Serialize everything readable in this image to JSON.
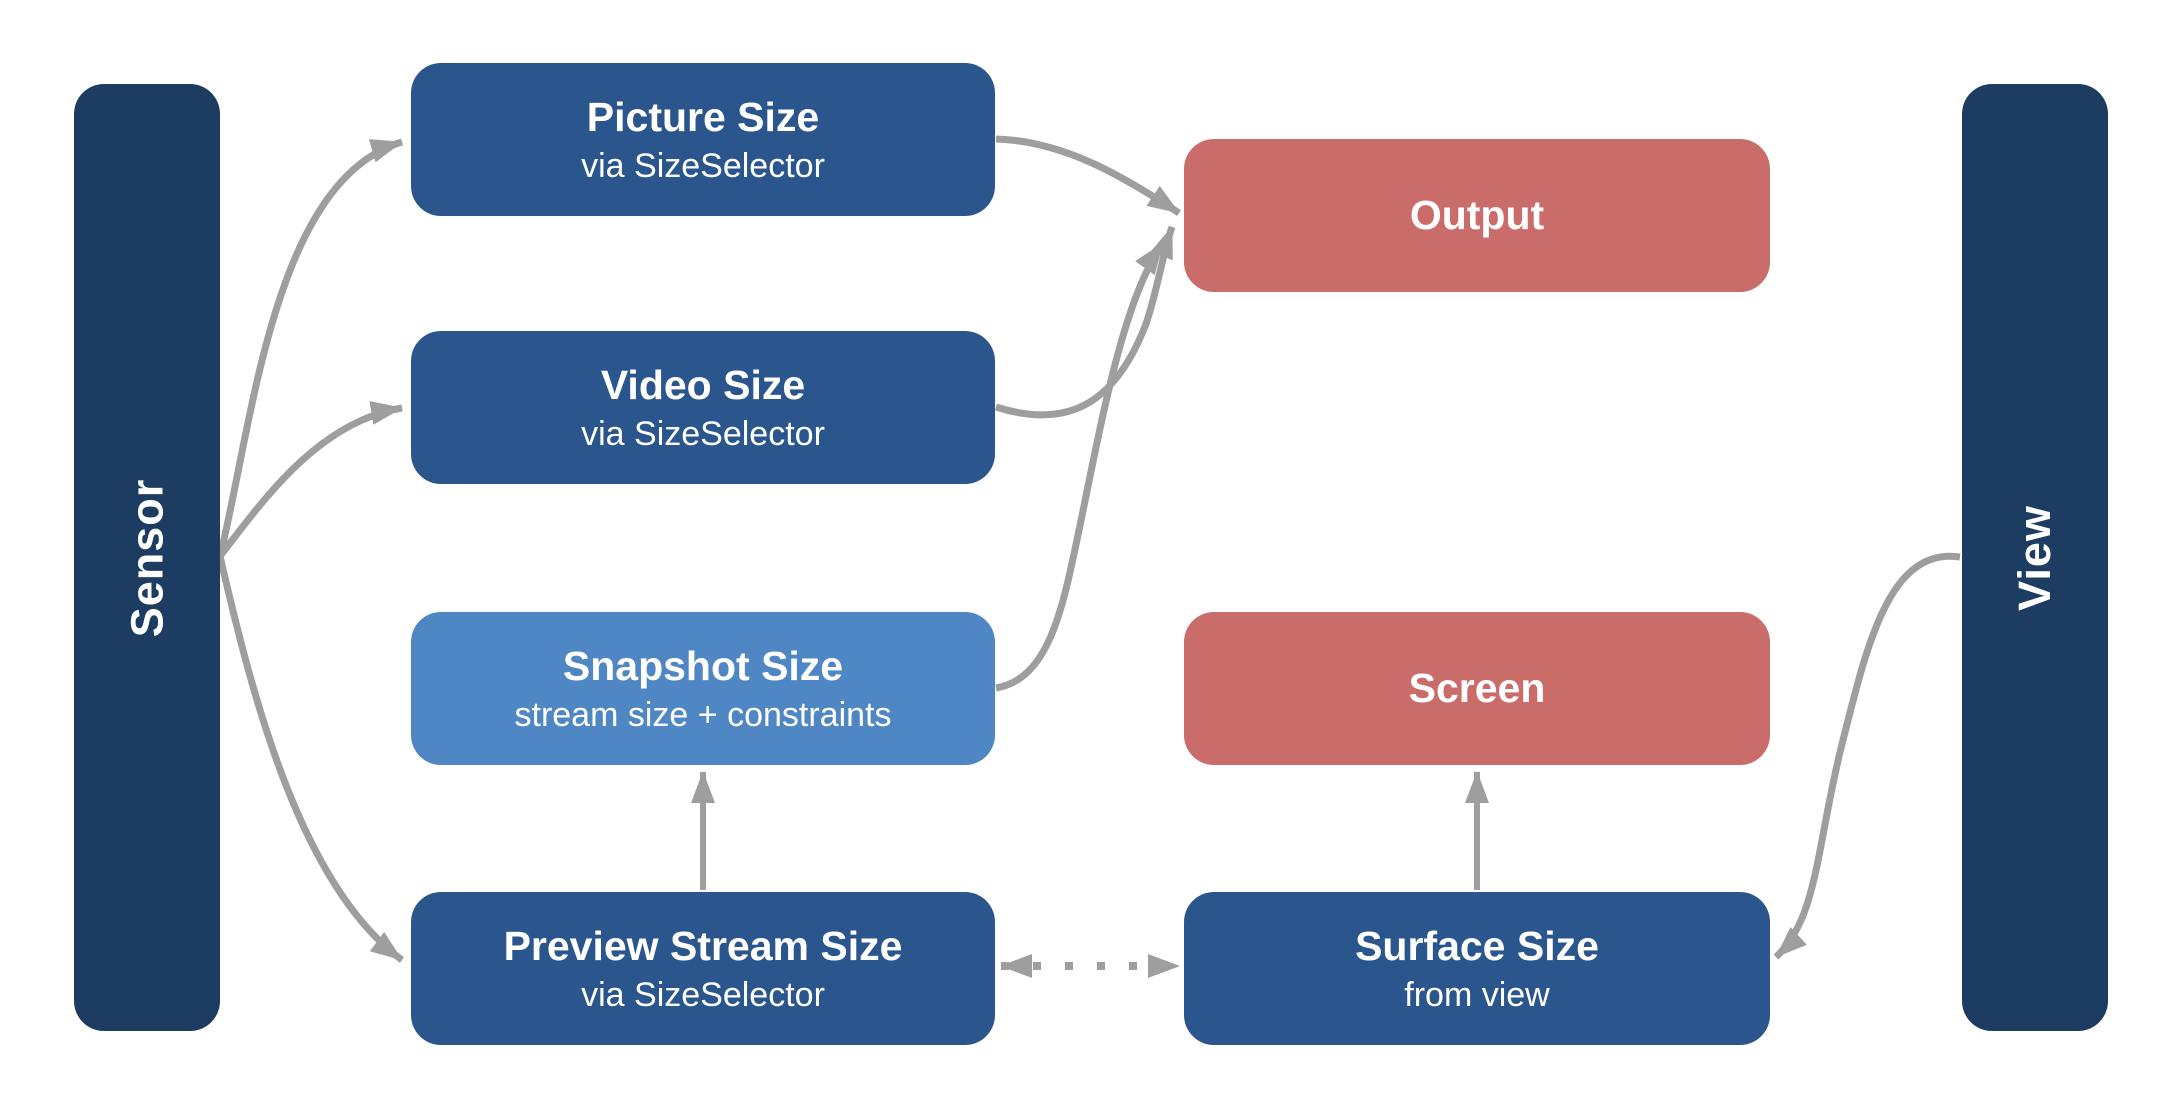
{
  "lanes": [
    {
      "id": "sensor",
      "label": "Sensor"
    },
    {
      "id": "view",
      "label": "View"
    }
  ],
  "nodes": [
    {
      "id": "picture-size",
      "title": "Picture Size",
      "subtitle": "via SizeSelector"
    },
    {
      "id": "video-size",
      "title": "Video Size",
      "subtitle": "via SizeSelector"
    },
    {
      "id": "snapshot-size",
      "title": "Snapshot Size",
      "subtitle": "stream size + constraints"
    },
    {
      "id": "preview-stream-size",
      "title": "Preview Stream Size",
      "subtitle": "via SizeSelector"
    },
    {
      "id": "output",
      "title": "Output"
    },
    {
      "id": "screen",
      "title": "Screen"
    },
    {
      "id": "surface-size",
      "title": "Surface Size",
      "subtitle": "from view"
    }
  ],
  "edges": [
    {
      "from": "sensor",
      "to": "picture-size",
      "style": "solid-curve"
    },
    {
      "from": "sensor",
      "to": "video-size",
      "style": "solid-curve"
    },
    {
      "from": "sensor",
      "to": "preview-stream-size",
      "style": "solid-curve"
    },
    {
      "from": "picture-size",
      "to": "output",
      "style": "solid-curve"
    },
    {
      "from": "video-size",
      "to": "output",
      "style": "solid-curve"
    },
    {
      "from": "snapshot-size",
      "to": "output",
      "style": "solid-curve"
    },
    {
      "from": "preview-stream-size",
      "to": "snapshot-size",
      "style": "solid-straight"
    },
    {
      "from": "surface-size",
      "to": "screen",
      "style": "solid-straight"
    },
    {
      "from": "preview-stream-size",
      "to": "surface-size",
      "style": "dotted-double-arrow"
    },
    {
      "from": "view",
      "to": "surface-size",
      "style": "solid-curve"
    }
  ],
  "colors": {
    "lane": "#1d3c62",
    "node_blue": "#2b568d",
    "node_light_blue": "#4f86c4",
    "node_red": "#ca6c6a",
    "arrow_gray": "#9e9e9e",
    "text": "#ffffff",
    "background": "#ffffff"
  }
}
